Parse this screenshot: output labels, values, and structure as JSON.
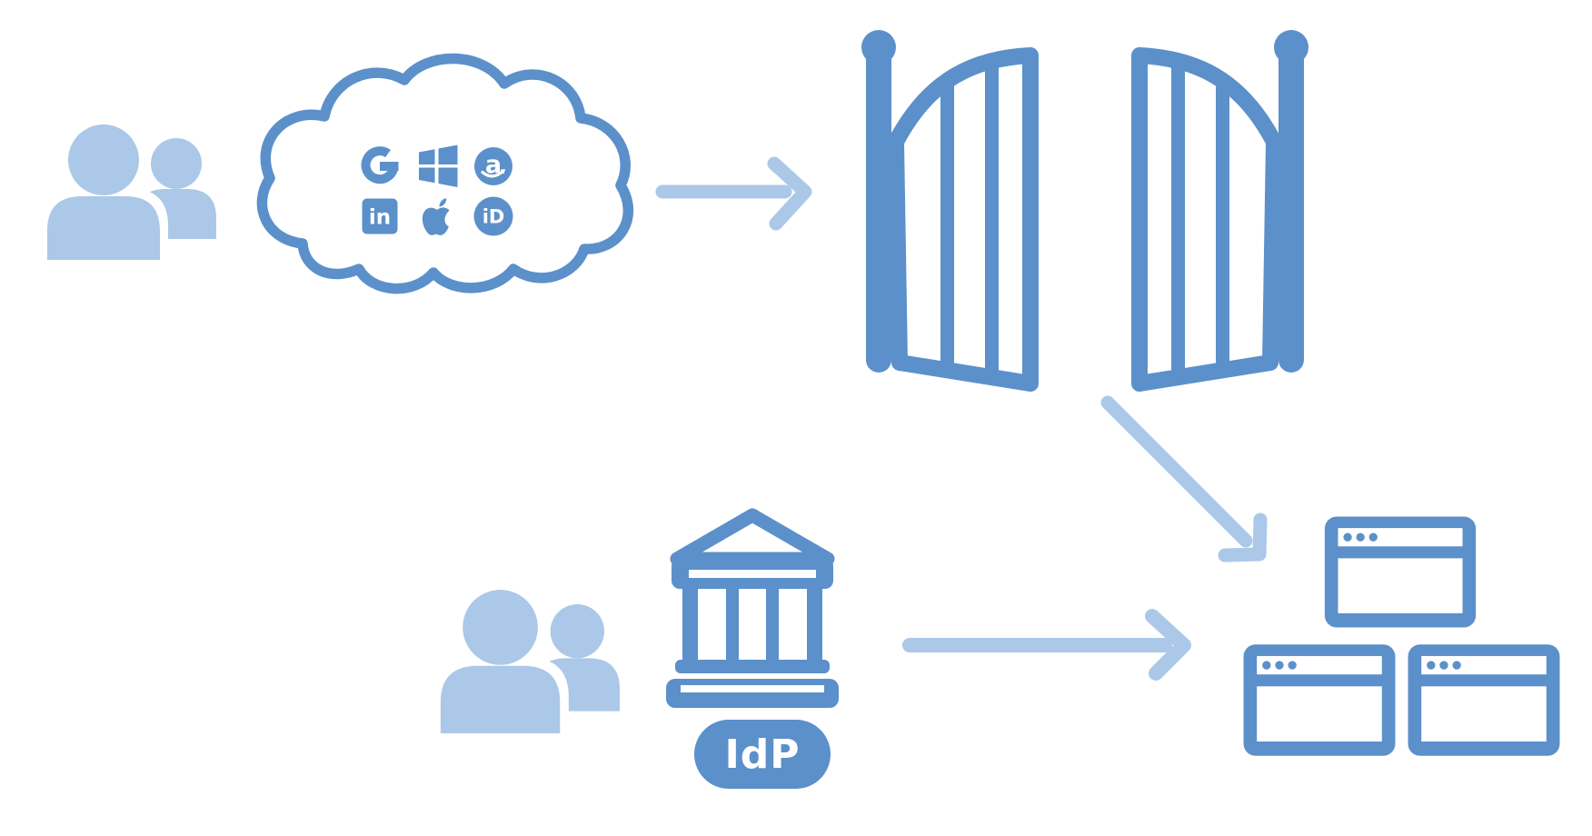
{
  "diagram": {
    "type": "identity-federation-flow",
    "background": "#ffffff",
    "colors": {
      "primary_blue": "#5b90ca",
      "light_blue": "#abc8e8",
      "white": "#ffffff"
    },
    "badge_label": "IdP",
    "cloud": {
      "icon": "cloud-icon",
      "providers": [
        {
          "name": "google",
          "icon": "google-g-icon",
          "glyph": "G"
        },
        {
          "name": "microsoft",
          "icon": "microsoft-icon",
          "glyph": ""
        },
        {
          "name": "amazon",
          "icon": "amazon-icon",
          "glyph": "a"
        },
        {
          "name": "linkedin",
          "icon": "linkedin-icon",
          "glyph": "in"
        },
        {
          "name": "apple",
          "icon": "apple-icon",
          "glyph": ""
        },
        {
          "name": "openid",
          "icon": "openid-icon",
          "glyph": "iD"
        }
      ]
    },
    "nodes": [
      {
        "id": "social-users",
        "icon": "users-icon",
        "user_count": 2
      },
      {
        "id": "social-cloud",
        "icon": "cloud-icon",
        "provider_count": 6
      },
      {
        "id": "open-gate",
        "icon": "open-gate-icon",
        "doors": 2
      },
      {
        "id": "enterprise-users",
        "icon": "users-icon",
        "user_count": 2
      },
      {
        "id": "identity-provider",
        "icon": "bank-icon",
        "badge": "IdP"
      },
      {
        "id": "applications",
        "icon": "browser-windows-icon",
        "window_count": 3,
        "dots_per_window": 3
      }
    ],
    "edges": [
      {
        "from": "social-cloud",
        "to": "open-gate",
        "style": "arrow-right"
      },
      {
        "from": "open-gate",
        "to": "applications",
        "style": "arrow-down-right"
      },
      {
        "from": "identity-provider",
        "to": "applications",
        "style": "arrow-right"
      }
    ]
  }
}
